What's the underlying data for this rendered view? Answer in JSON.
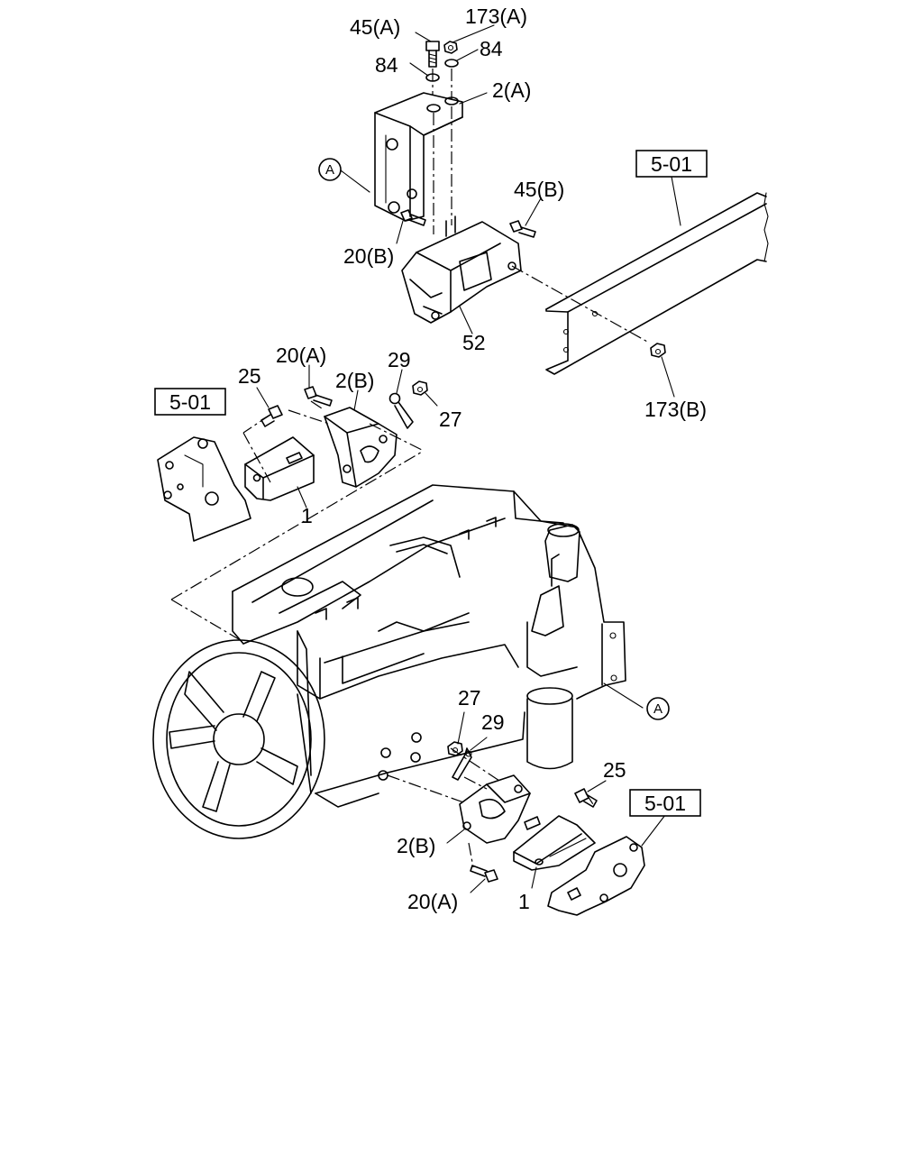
{
  "callouts": {
    "c45a": "45(A)",
    "c173a": "173(A)",
    "c84l": "84",
    "c84r": "84",
    "c2a": "2(A)",
    "refA_top": "A",
    "ref501_top": "5-01",
    "c45b": "45(B)",
    "c20b": "20(B)",
    "c52": "52",
    "c173b": "173(B)",
    "c20a_top": "20(A)",
    "c25_top": "25",
    "c2b_top": "2(B)",
    "c29_top": "29",
    "c27_top": "27",
    "ref501_left": "5-01",
    "c1_top": "1",
    "refA_engine": "A",
    "c27_bot": "27",
    "c29_bot": "29",
    "c25_bot": "25",
    "ref501_bot": "5-01",
    "c2b_bot": "2(B)",
    "c20a_bot": "20(A)",
    "c1_bot": "1"
  }
}
